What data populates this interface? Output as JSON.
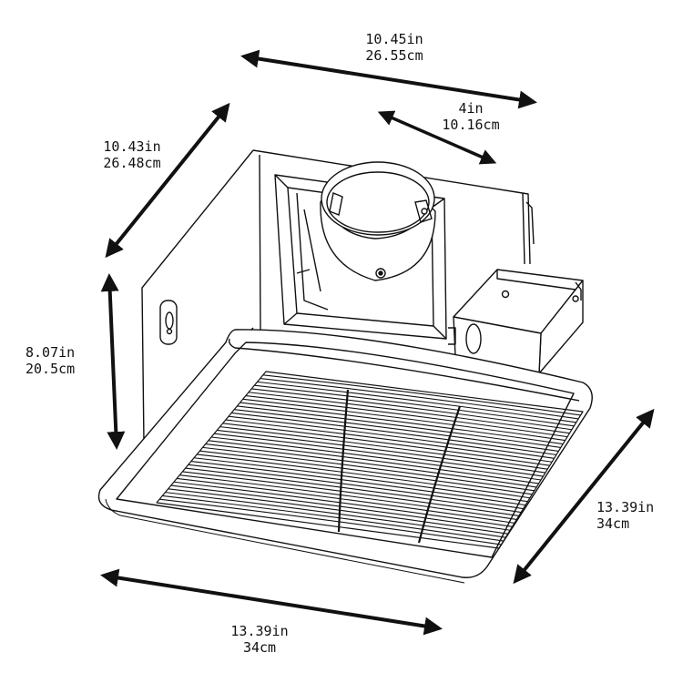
{
  "dimensions": {
    "top_width": {
      "imperial": "10.45in",
      "metric": "26.55cm"
    },
    "duct": {
      "imperial": "4in",
      "metric": "10.16cm"
    },
    "housing_depth": {
      "imperial": "10.43in",
      "metric": "26.48cm"
    },
    "height": {
      "imperial": "8.07in",
      "metric": "20.5cm"
    },
    "grille_depth": {
      "imperial": "13.39in",
      "metric": "34cm"
    },
    "grille_width": {
      "imperial": "13.39in",
      "metric": "34cm"
    }
  },
  "colors": {
    "line": "#111111",
    "background": "#ffffff"
  }
}
